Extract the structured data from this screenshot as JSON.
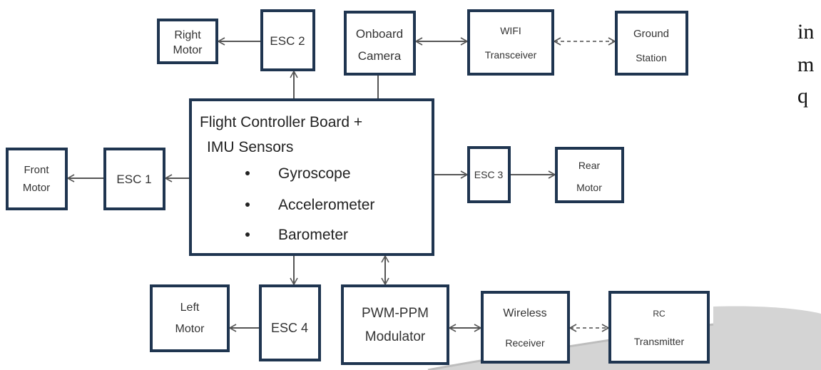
{
  "blocks": {
    "right_motor": [
      "Right",
      "Motor"
    ],
    "esc2": "ESC 2",
    "onboard_camera": [
      "Onboard",
      "Camera"
    ],
    "wifi": [
      "WIFI",
      "Transceiver"
    ],
    "ground_station": [
      "Ground",
      "Station"
    ],
    "flight_controller": {
      "title1": "Flight Controller Board +",
      "title2": "IMU Sensors",
      "sensors": [
        "Gyroscope",
        "Accelerometer",
        "Barometer"
      ]
    },
    "front_motor": [
      "Front",
      "Motor"
    ],
    "esc1": "ESC 1",
    "esc3": "ESC 3",
    "rear_motor": [
      "Rear",
      "Motor"
    ],
    "left_motor": [
      "Left",
      "Motor"
    ],
    "esc4": "ESC 4",
    "pwm_ppm": [
      "PWM-PPM",
      "Modulator"
    ],
    "wireless_receiver": [
      "Wireless",
      "Receiver"
    ],
    "rc_transmitter": [
      "RC",
      "Transmitter"
    ]
  },
  "side_text": [
    "in",
    "m",
    "q"
  ]
}
